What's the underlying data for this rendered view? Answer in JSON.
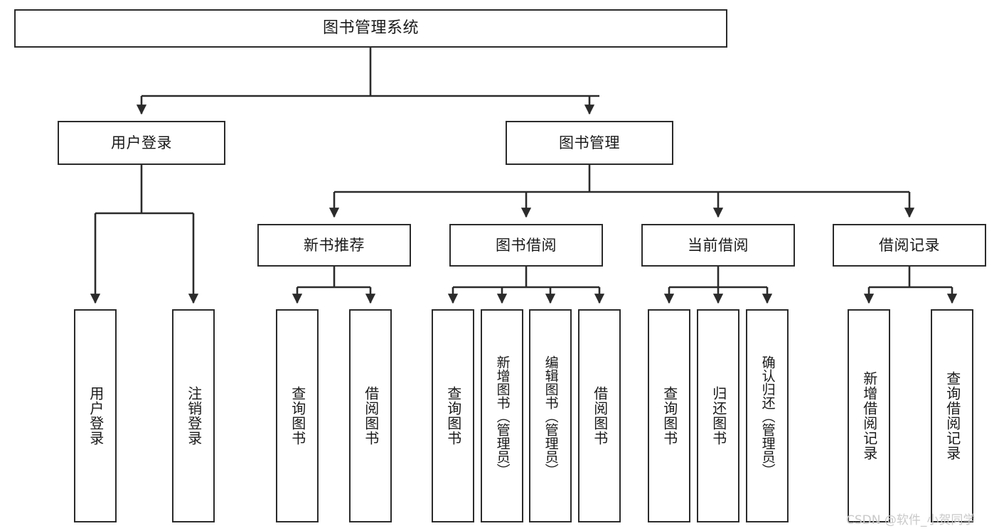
{
  "diagram": {
    "type": "tree-hierarchy-chart",
    "title": "图书管理系统",
    "stroke_color": "#2b2b2b",
    "background_color": "#ffffff",
    "text_color": "#1a1a1a",
    "levels": [
      {
        "level": 1,
        "nodes": [
          {
            "id": "root",
            "label": "图书管理系统",
            "orientation": "horizontal"
          }
        ]
      },
      {
        "level": 2,
        "nodes": [
          {
            "id": "login",
            "label": "用户登录",
            "orientation": "horizontal"
          },
          {
            "id": "bookmgmt",
            "label": "图书管理",
            "orientation": "horizontal"
          }
        ]
      },
      {
        "level": 3,
        "nodes": [
          {
            "id": "newbook",
            "label": "新书推荐",
            "orientation": "horizontal"
          },
          {
            "id": "borrow",
            "label": "图书借阅",
            "orientation": "horizontal"
          },
          {
            "id": "current",
            "label": "当前借阅",
            "orientation": "horizontal"
          },
          {
            "id": "record",
            "label": "借阅记录",
            "orientation": "horizontal"
          }
        ]
      },
      {
        "level": 4,
        "nodes": [
          {
            "id": "leaf-user-login",
            "label": "用户登录",
            "orientation": "vertical",
            "parent": "login"
          },
          {
            "id": "leaf-logout-login",
            "label": "注销登录",
            "orientation": "vertical",
            "parent": "login"
          },
          {
            "id": "leaf-query-book-1",
            "label": "查询图书",
            "orientation": "vertical",
            "parent": "newbook"
          },
          {
            "id": "leaf-borrow-book-1",
            "label": "借阅图书",
            "orientation": "vertical",
            "parent": "newbook"
          },
          {
            "id": "leaf-query-book-2",
            "label": "查询图书",
            "orientation": "vertical",
            "parent": "borrow"
          },
          {
            "id": "leaf-add-book",
            "label": "新增图书（管理员）",
            "orientation": "vertical",
            "parent": "borrow"
          },
          {
            "id": "leaf-edit-book",
            "label": "编辑图书（管理员）",
            "orientation": "vertical",
            "parent": "borrow"
          },
          {
            "id": "leaf-borrow-book-2",
            "label": "借阅图书",
            "orientation": "vertical",
            "parent": "borrow"
          },
          {
            "id": "leaf-query-book-3",
            "label": "查询图书",
            "orientation": "vertical",
            "parent": "current"
          },
          {
            "id": "leaf-return-book",
            "label": "归还图书",
            "orientation": "vertical",
            "parent": "current"
          },
          {
            "id": "leaf-confirm-return",
            "label": "确认归还（管理员）",
            "orientation": "vertical",
            "parent": "current"
          },
          {
            "id": "leaf-add-record",
            "label": "新增借阅记录",
            "orientation": "vertical",
            "parent": "record"
          },
          {
            "id": "leaf-query-record",
            "label": "查询借阅记录",
            "orientation": "vertical",
            "parent": "record"
          }
        ]
      }
    ]
  },
  "watermark": {
    "text": "CSDN @软件_小贺同学",
    "color": "#c9c9c9"
  }
}
